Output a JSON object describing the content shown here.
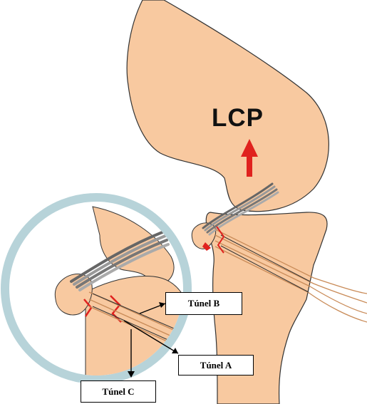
{
  "diagram": {
    "main_label": "LCP",
    "tunnel_labels": {
      "b": "Túnel B",
      "a": "Túnel A",
      "c": "Túnel C"
    },
    "colors": {
      "bone": "#f8c9a0",
      "outline": "#333333",
      "ligament": "#8a8a8a",
      "arrow": "#e0221e",
      "suture": "#c98b58",
      "magnifier_ring": "#b7d3d9"
    }
  }
}
